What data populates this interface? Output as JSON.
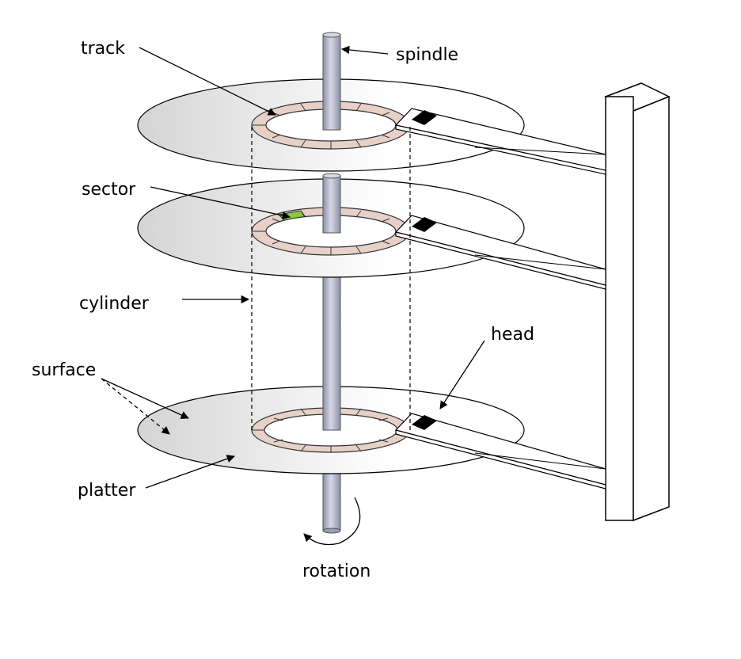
{
  "labels": {
    "track": "track",
    "spindle": "spindle",
    "sector": "sector",
    "cylinder": "cylinder",
    "head": "head",
    "surface": "surface",
    "platter": "platter",
    "rotation": "rotation"
  },
  "colors": {
    "platter_light": "#ffffff",
    "platter_dark": "#d9d9d9",
    "track_ring": "#e6d0c8",
    "sector_highlight": "#8cc83c",
    "spindle": "#b8bccc",
    "head_block": "#000000",
    "arm": "#ffffff"
  }
}
